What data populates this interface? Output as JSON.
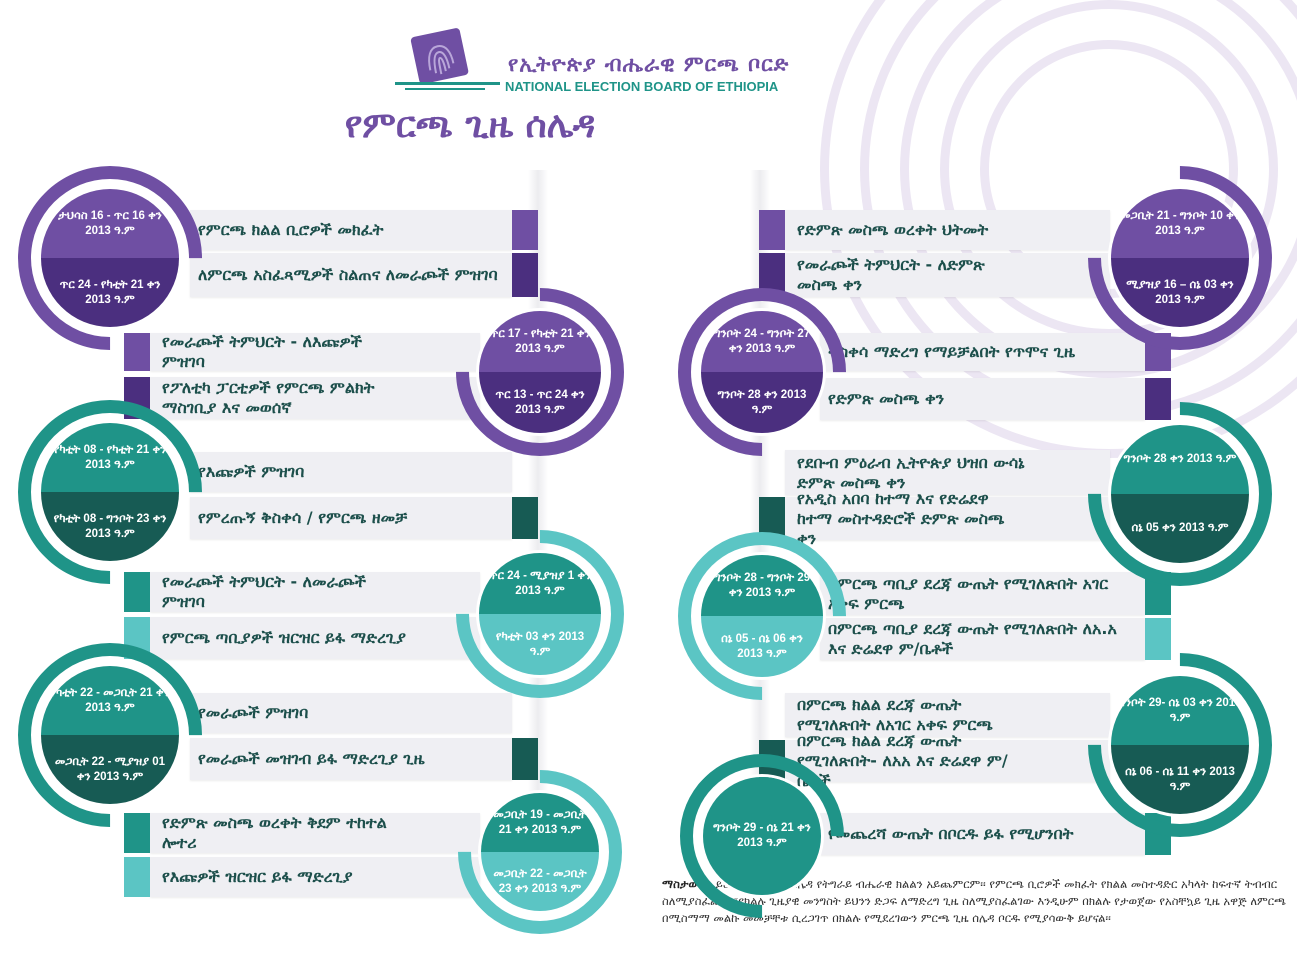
{
  "header": {
    "org_amharic": "የኢትዮጵያ ብሔራዊ ምርጫ ቦርድ",
    "org_english": "NATIONAL ELECTION BOARD OF ETHIOPIA",
    "title": "የምርጫ ጊዜ ሰሌዳ"
  },
  "colors": {
    "purple": "#6f4fa3",
    "purple_dark": "#4b2f7f",
    "teal": "#1f9488",
    "teal_dark": "#175b54",
    "teal_light": "#5bc5c4",
    "text": "#1c4f4b"
  },
  "blocks": [
    {
      "color_scheme": "purple",
      "rows": [
        {
          "date": "ታህሳስ 16 - ጥር 16 ቀን 2013 ዓ.ም",
          "label": "የምርጫ ክልል ቢሮዎች መክፈት"
        },
        {
          "date": "ጥር 24 - የካቲት 21 ቀን 2013 ዓ.ም",
          "label": "ለምርጫ አስፈጻሚዎች ስልጠና ለመራጮች ምዝገባ"
        }
      ]
    },
    {
      "color_scheme": "purple",
      "rows": [
        {
          "date": "ጥር 17 - የካቲት 21 ቀን 2013 ዓ.ም",
          "label": "የመራጮች ትምህርት - ለእጩዎች ምዝገባ"
        },
        {
          "date": "ጥር 13 - ጥር 24 ቀን 2013 ዓ.ም",
          "label": "የፖለቲካ ፓርቲዎች የምርጫ ምልክት ማስገቢያ እና መወሰኛ"
        }
      ]
    },
    {
      "color_scheme": "teal",
      "rows": [
        {
          "date": "የካቲት 08 - የካቲት 21 ቀን 2013 ዓ.ም",
          "label": "የእጩዎች ምዝገባ"
        },
        {
          "date": "የካቲት 08 - ግንቦት 23 ቀን 2013 ዓ.ም",
          "label": "የምረጡኝ ቅስቀሳ / የምርጫ ዘመቻ"
        }
      ]
    },
    {
      "color_scheme": "teal_light",
      "rows": [
        {
          "date": "ጥር 24 - ሚያዝያ 1 ቀን 2013 ዓ.ም",
          "label": "የመራጮች ትምህርት - ለመራጮች ምዝገባ"
        },
        {
          "date": "የካቲት 03 ቀን 2013 ዓ.ም",
          "label": "የምርጫ ጣቢያዎች ዝርዝር ይፋ ማድረጊያ"
        }
      ]
    },
    {
      "color_scheme": "teal",
      "rows": [
        {
          "date": "የካቲት 22 - መጋቢት 21 ቀን 2013 ዓ.ም",
          "label": "የመራጮች ምዝገባ"
        },
        {
          "date": "መጋቢት 22 - ሚያዝያ 01 ቀን 2013 ዓ.ም",
          "label": "የመራጮች መዝገብ ይፋ ማድረጊያ ጊዜ"
        }
      ]
    },
    {
      "color_scheme": "teal_light",
      "rows": [
        {
          "date": "መጋቢት 19 - መጋቢት 21 ቀን 2013 ዓ.ም",
          "label": "የድምጽ መስጫ ወረቀት ቅደም ተከተል ሎተሪ"
        },
        {
          "date": "መጋቢት 22 - መጋቢት 23 ቀን 2013 ዓ.ም",
          "label": "የእጩዎች ዝርዝር ይፋ ማድረጊያ"
        }
      ]
    },
    {
      "color_scheme": "purple",
      "rows": [
        {
          "date": "መጋቢት 21 - ግንቦት 10 ቀን 2013 ዓ.ም",
          "label": "የድምጽ መስጫ ወረቀት ህትመት"
        },
        {
          "date": "ሚያዝያ 16 – ሰኔ 03 ቀን 2013 ዓ.ም",
          "label": "የመራጮች ትምህርት - ለድምጽ መስጫ ቀን"
        }
      ]
    },
    {
      "color_scheme": "purple",
      "rows": [
        {
          "date": "ግንቦት 24 - ግንቦት 27 ቀን 2013 ዓ.ም",
          "label": "ቅስቀሳ ማድረግ የማይቻልበት የጥሞና ጊዜ"
        },
        {
          "date": "ግንቦት 28 ቀን 2013 ዓ.ም",
          "label": "የድምጽ መስጫ ቀን"
        }
      ]
    },
    {
      "color_scheme": "teal",
      "rows": [
        {
          "date": "ግንቦት 28 ቀን 2013 ዓ.ም",
          "label": "የደቡብ ምዕራብ ኢትዮጵያ ህዝበ ውሳኔ ድምጽ መስጫ ቀን"
        },
        {
          "date": "ሰኔ 05 ቀን 2013 ዓ.ም",
          "label": "የአዲስ አበባ ከተማ እና የድሬደዋ ከተማ መስተዳድሮች ድምጽ መስጫ ቀን"
        }
      ]
    },
    {
      "color_scheme": "teal_light",
      "rows": [
        {
          "date": "ግንቦት 28 - ግንቦት 29 ቀን 2013 ዓ.ም",
          "label": "በምርጫ ጣቢያ ደረጃ ውጤት የሚገለጽበት አገር አቀፍ ምርጫ"
        },
        {
          "date": "ሰኔ 05 - ሰኔ 06 ቀን 2013 ዓ.ም",
          "label": "በምርጫ ጣቢያ ደረጃ ውጤት የሚገለጽበት ለአ.አ እና ድሬደዋ ም/ቤቶች"
        }
      ]
    },
    {
      "color_scheme": "teal",
      "rows": [
        {
          "date": "ግንቦት 29- ሰኔ 03 ቀን 2013 ዓ.ም",
          "label": "በምርጫ ክልል ደረጃ ውጤት የሚገለጽበት ለአገር አቀፍ ምርጫ"
        },
        {
          "date": "ሰኔ 06 - ሰኔ 11 ቀን 2013 ዓ.ም",
          "label": "በምርጫ ክልል ደረጃ ውጤት የሚገለጽበት- ለአአ እና ድሬደዋ ም/ቤቶች"
        }
      ]
    },
    {
      "color_scheme": "teal",
      "rows": [
        {
          "date": "ግንቦት 29 - ሰኔ 21 ቀን 2013 ዓ.ም",
          "label": "የመጨረሻ ውጤት በቦርዱ ይፋ የሚሆንበት"
        }
      ]
    }
  ],
  "note": {
    "label": "ማስታወሻ",
    "text": "- ይህ የምርጫ ጊዜ ሰሌዳ የትግራይ ብሔራዊ ክልልን አይጨምርም፡፡ የምርጫ ቢሮዎች መክፈት የክልል መስተዳድር አካላት ከፍተኛ ትብብር ስለሚያስፈልገው፣የክልሉ ጊዜያዊ መንግስት ይህንን ድጋፍ ለማድረግ ጊዜ ስለሚያስፈልገው እንዲሁም በክልሉ የታወጀው የአስቸኳይ ጊዜ አዋጅ ለምርጫ በሚስማማ መልኩ መመቻቸቱ ሲረጋገጥ በክልሉ የሚደረገውን ምርጫ ጊዜ ሰሌዳ ቦርዱ የሚያሳውቅ ይሆናል፡፡"
  }
}
